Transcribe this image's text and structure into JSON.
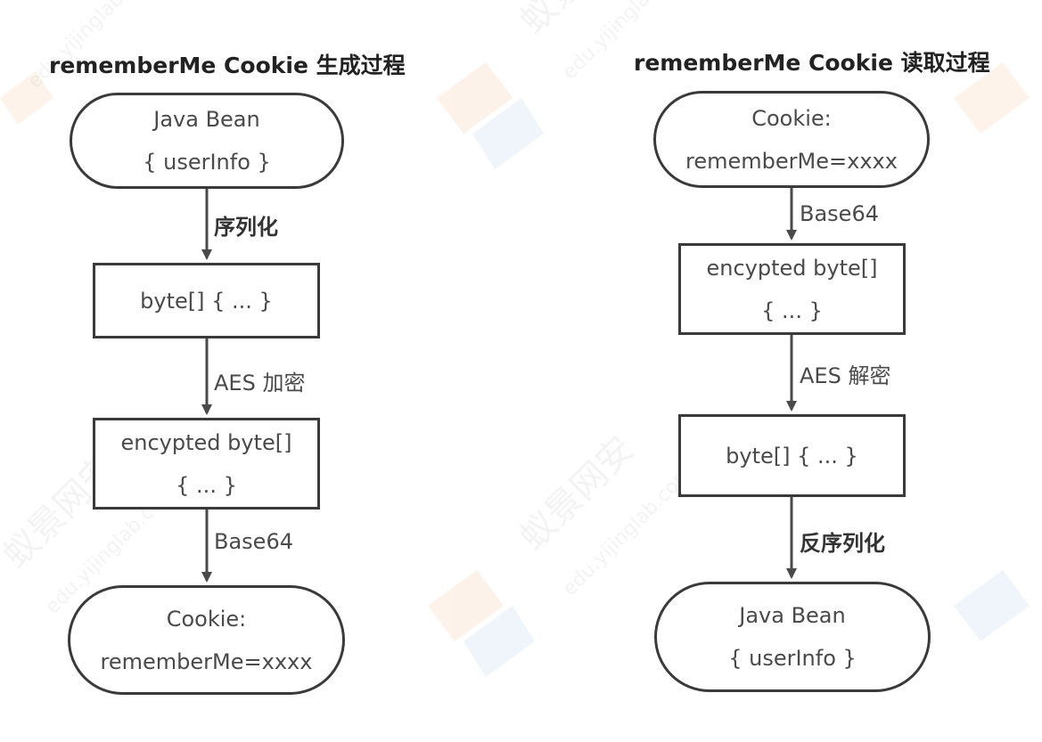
{
  "left": {
    "title": "rememberMe Cookie 生成过程",
    "nodes": [
      {
        "lines": [
          "Java Bean",
          "{ userInfo }"
        ]
      },
      {
        "lines": [
          "byte[] { ... }"
        ]
      },
      {
        "lines": [
          "encypted byte[]",
          "{ ... }"
        ]
      },
      {
        "lines": [
          "Cookie:",
          "rememberMe=xxxx"
        ]
      }
    ],
    "edges": [
      "序列化",
      "AES 加密",
      "Base64"
    ]
  },
  "right": {
    "title": "rememberMe Cookie 读取过程",
    "nodes": [
      {
        "lines": [
          "Cookie:",
          "rememberMe=xxxx"
        ]
      },
      {
        "lines": [
          "encypted byte[]",
          "{ ... }"
        ]
      },
      {
        "lines": [
          "byte[] { ... }"
        ]
      },
      {
        "lines": [
          "Java Bean",
          "{ userInfo }"
        ]
      }
    ],
    "edges": [
      "Base64",
      "AES 解密",
      "反序列化"
    ]
  },
  "watermark": {
    "text": "蚁景网安",
    "url": "edu.yijinglab.com"
  },
  "colors": {
    "stroke": "#3a3a3a",
    "text": "#4a4a4a",
    "title": "#222222",
    "watermark_orange": "#f3b27a",
    "watermark_blue": "#9fc3e6"
  }
}
